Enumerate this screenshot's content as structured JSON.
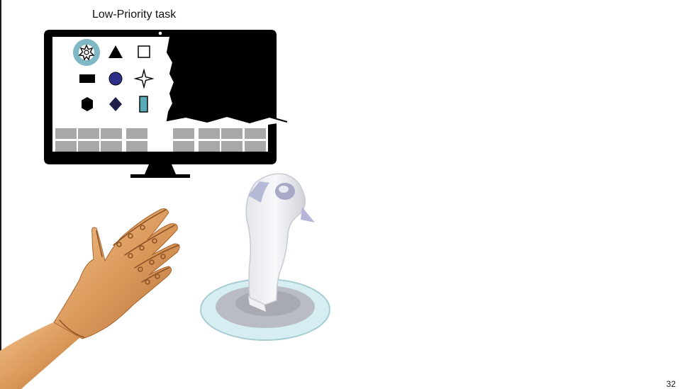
{
  "slide": {
    "title": "Low-Priority task",
    "page_number": "32"
  },
  "monitor": {
    "icons": [
      "gear-star-icon",
      "triangle-icon",
      "square-outline-icon",
      "rectangle-icon",
      "circle-icon",
      "four-point-star-icon",
      "hexagon-icon",
      "diamond-icon",
      "tall-rectangle-icon"
    ],
    "selected_icon": "gear-star-icon",
    "grid_rows": 2,
    "colors": {
      "frame": "#000000",
      "highlight_ring": "#7fb8c4",
      "circle_fill": "#2e2f8a",
      "diamond_fill": "#1f1f4a",
      "tall_rect_fill": "#5aa9b8",
      "grid_cell": "#a8a8a8"
    }
  },
  "illustrations": {
    "hand": "wooden-hand-icon",
    "joystick": "joystick-icon"
  }
}
